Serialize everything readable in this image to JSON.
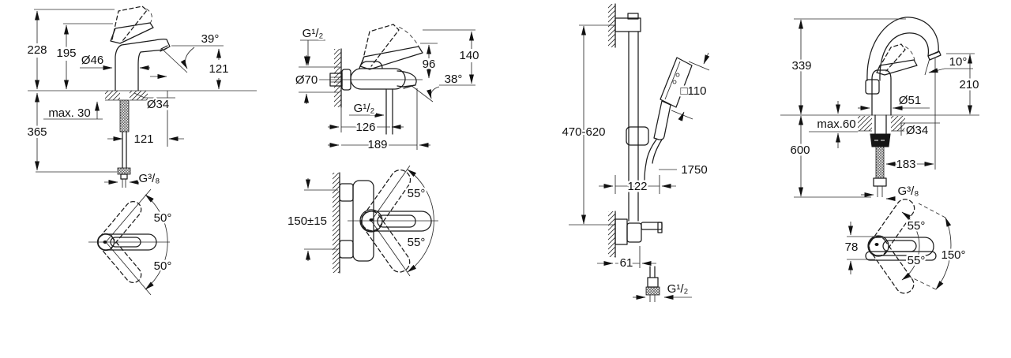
{
  "page": {
    "background": "#ffffff",
    "line_color": "#1c1c1c"
  },
  "drawings": [
    {
      "id": "basin-mixer",
      "labels": {
        "h_total": "228",
        "h_body": "195",
        "d_body": "Ø46",
        "angle_spout": "39°",
        "h_spout": "121",
        "d_hole": "Ø34",
        "mount": "max. 30",
        "h_below": "365",
        "projection": "121",
        "thread": "G³/₈",
        "swivel_up": "50°",
        "swivel_down": "50°"
      }
    },
    {
      "id": "bath-mixer",
      "labels": {
        "thread_top": "G¹/₂",
        "d_rosette": "Ø70",
        "h_lever": "96",
        "h_total": "140",
        "angle_spout": "38°",
        "thread_bottom": "G¹/₂",
        "proj_outlet": "126",
        "proj_spout": "189",
        "mount_range": "150±15",
        "swivel_up": "55°",
        "swivel_down": "55°"
      }
    },
    {
      "id": "shower-rail",
      "labels": {
        "rail_range": "470-620",
        "head_size": "□110",
        "hose_length": "1750",
        "w_top": "122",
        "w_bottom": "61",
        "thread": "G¹/₂"
      }
    },
    {
      "id": "kitchen-faucet",
      "labels": {
        "h_total": "339",
        "angle_spout": "10°",
        "h_spout": "210",
        "d_body": "Ø51",
        "mount": "max.60",
        "d_hole": "Ø34",
        "h_below": "600",
        "projection": "183",
        "thread": "G³/₈",
        "w_handle": "78",
        "lever_up": "55°",
        "lever_down": "55°",
        "swivel": "150°"
      }
    }
  ]
}
